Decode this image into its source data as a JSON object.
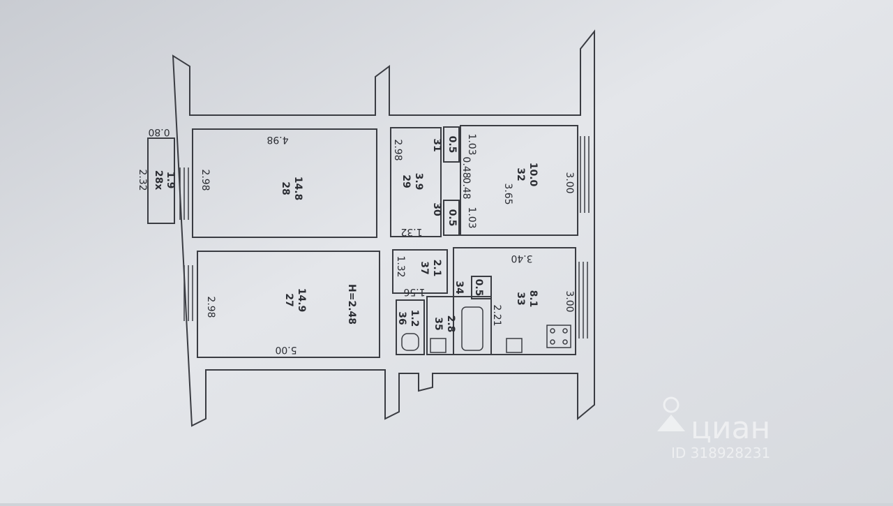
{
  "plan": {
    "height_label": "H=2.48",
    "balcony": {
      "number": "28x",
      "area": "1.9",
      "length": "2.32",
      "width": "0.80"
    },
    "rooms": [
      {
        "id": "r27",
        "number": "27",
        "area": "14.9",
        "dim_a": "2.98",
        "dim_b": "5.00"
      },
      {
        "id": "r28",
        "number": "28",
        "area": "14.8",
        "dim_a": "2.98",
        "dim_b": "4.98"
      },
      {
        "id": "r29",
        "number": "29",
        "area": "3.9",
        "dim_a": "2.98",
        "dim_b": "1.32"
      },
      {
        "id": "r30",
        "number": "30",
        "area": "0.5",
        "dim_a": "1.03",
        "dim_b": "0.48"
      },
      {
        "id": "r31",
        "number": "31",
        "area": "0.5",
        "dim_a": "1.03",
        "dim_b": "0.48"
      },
      {
        "id": "r32",
        "number": "32",
        "area": "10.0",
        "dim_a": "3.65",
        "dim_b": "3.00"
      },
      {
        "id": "r33",
        "number": "33",
        "area": "8.1",
        "dim_a": "3.40",
        "dim_b": "3.00",
        "dim_c": "2.21"
      },
      {
        "id": "r34",
        "number": "34",
        "area": "0.5"
      },
      {
        "id": "r35",
        "number": "35",
        "area": "2.8"
      },
      {
        "id": "r36",
        "number": "36",
        "area": "1.2"
      },
      {
        "id": "r37",
        "number": "37",
        "area": "2.1",
        "dim_a": "1.32",
        "dim_b": "1.56"
      }
    ]
  },
  "watermark": {
    "brand": "циан",
    "id_text": "ID 318928231"
  }
}
